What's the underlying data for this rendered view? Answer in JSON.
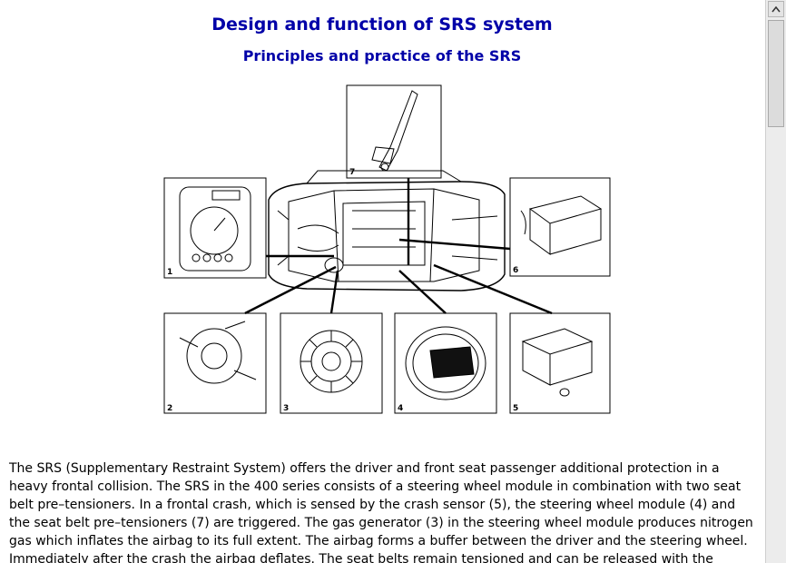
{
  "document": {
    "title": "Design and function of SRS system",
    "subtitle": "Principles and practice of the SRS",
    "body": "The SRS (Supplementary Restraint System) offers the driver and front seat passenger additional protection in a heavy frontal collision. The SRS in the 400 series consists of a steering wheel module in combination with two seat belt pre–tensioners. In a frontal crash, which is sensed by the crash sensor (5), the steering wheel module (4) and the seat belt pre–tensioners (7) are triggered. The gas generator (3) in the steering wheel module produces nitrogen gas which inflates the airbag to its full extent. The airbag forms a buffer between the driver and the steering wheel. Immediately after the crash the airbag deflates. The seat belts remain tensioned and can be released with the normal seat catches."
  },
  "diagram": {
    "callouts": [
      "1",
      "2",
      "3",
      "4",
      "5",
      "6",
      "7"
    ],
    "panel_icons": [
      "instrument-cluster",
      "clock-spring",
      "gas-generator",
      "steering-wheel-module",
      "crash-sensor",
      "control-unit",
      "seat-belt-pretensioner",
      "car-body"
    ]
  },
  "colors": {
    "heading": "#0000a8",
    "text": "#000000",
    "background": "#ffffff"
  }
}
